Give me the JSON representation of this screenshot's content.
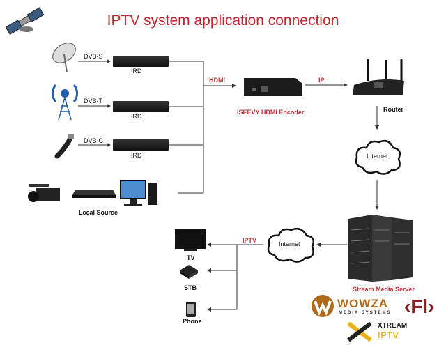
{
  "title": "IPTV system application connection",
  "sources": [
    {
      "icon": "satellite-dish-icon",
      "signal": "DVB-S",
      "device": "IRD"
    },
    {
      "icon": "broadcast-tower-icon",
      "signal": "DVB-T",
      "device": "IRD"
    },
    {
      "icon": "coax-cable-icon",
      "signal": "DVB-C",
      "device": "IRD"
    }
  ],
  "local_source": {
    "label": "Lccal Source",
    "icons": [
      "video-camera-icon",
      "dvd-player-icon",
      "desktop-computer-icon"
    ]
  },
  "links": {
    "hdmi": "HDMI",
    "ip": "IP",
    "iptv": "IPTV"
  },
  "encoder": {
    "label": "ISEEVY HDMI Encoder"
  },
  "router": {
    "label": "Router"
  },
  "internet_top": {
    "label": "Internet"
  },
  "internet_bottom": {
    "label": "Internet"
  },
  "server": {
    "label": "Stream Media Server"
  },
  "clients": [
    {
      "icon": "tv-icon",
      "label": "TV"
    },
    {
      "icon": "set-top-box-icon",
      "label": "STB"
    },
    {
      "icon": "phone-icon",
      "label": "Phone"
    }
  ],
  "logos": {
    "wowza": {
      "name": "WOWZA",
      "sub": "MEDIA SYSTEMS"
    },
    "flussonic": {
      "name": "‹Fl›"
    },
    "xtream": {
      "name": "XTREAM",
      "sub": "IPTV"
    }
  },
  "colors": {
    "accent_red": "#c8232c",
    "label_red": "#c0303a",
    "line": "#333333"
  }
}
